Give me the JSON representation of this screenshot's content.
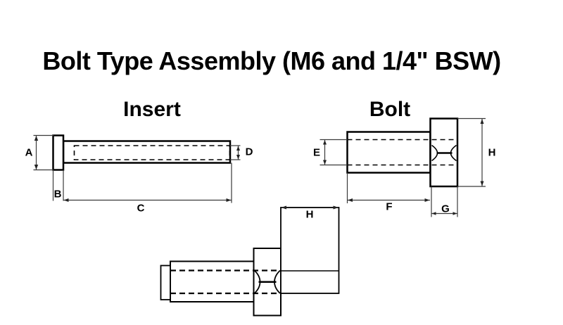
{
  "title": "Bolt Type Assembly (M6 and 1/4\" BSW)",
  "insert": {
    "heading": "Insert",
    "dim_a": "A",
    "dim_b": "B",
    "dim_c": "C",
    "dim_d": "D"
  },
  "bolt": {
    "heading": "Bolt",
    "dim_e": "E",
    "dim_f": "F",
    "dim_g": "G",
    "dim_h": "H"
  },
  "assembly": {
    "dim_h": "H"
  },
  "colors": {
    "ink": "#000000",
    "dim_line": "#3a3a3a",
    "background": "#ffffff"
  }
}
